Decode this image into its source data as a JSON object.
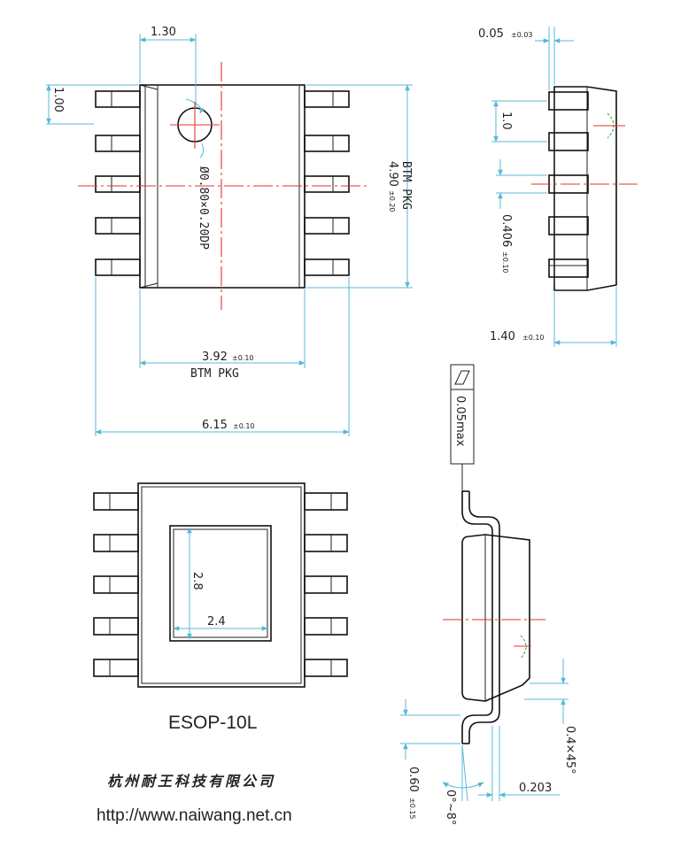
{
  "top_view": {
    "dim_lead_offset": "1.30",
    "dim_pitch": "1.00",
    "dim_body_length": "4.90",
    "dim_body_length_tol": "±0.20",
    "dim_body_length_note": "BTM PKG",
    "dim_body_width": "3.92",
    "dim_body_width_tol": "±0.10",
    "dim_body_width_note": "BTM PKG",
    "dim_total_width": "6.15",
    "dim_total_width_tol": "±0.10",
    "pin1_mark": "Ø0.80×0.20DP"
  },
  "side_view": {
    "dim_standoff": "0.05",
    "dim_standoff_tol": "±0.03",
    "dim_pitch": "1.0",
    "dim_lead_width": "0.406",
    "dim_lead_width_tol": "±0.10",
    "dim_height": "1.40",
    "dim_height_tol": "±0.10"
  },
  "bottom_view": {
    "pad_height": "2.8",
    "pad_width": "2.4"
  },
  "front_view": {
    "flatness_value": "0.05max",
    "dim_chamfer": "0.4×45°",
    "dim_foot_length": "0.60",
    "dim_foot_length_tol": "±0.15",
    "dim_lead_thickness": "0.203",
    "dim_angle": "0°~8°"
  },
  "package_name": "ESOP-10L",
  "company_name": "杭州耐王科技有限公司",
  "website": "http://www.naiwang.net.cn",
  "colors": {
    "outline": "#111111",
    "dimension": "#58b8d8",
    "centerline": "#e8312f",
    "hidden": "#47a847"
  }
}
